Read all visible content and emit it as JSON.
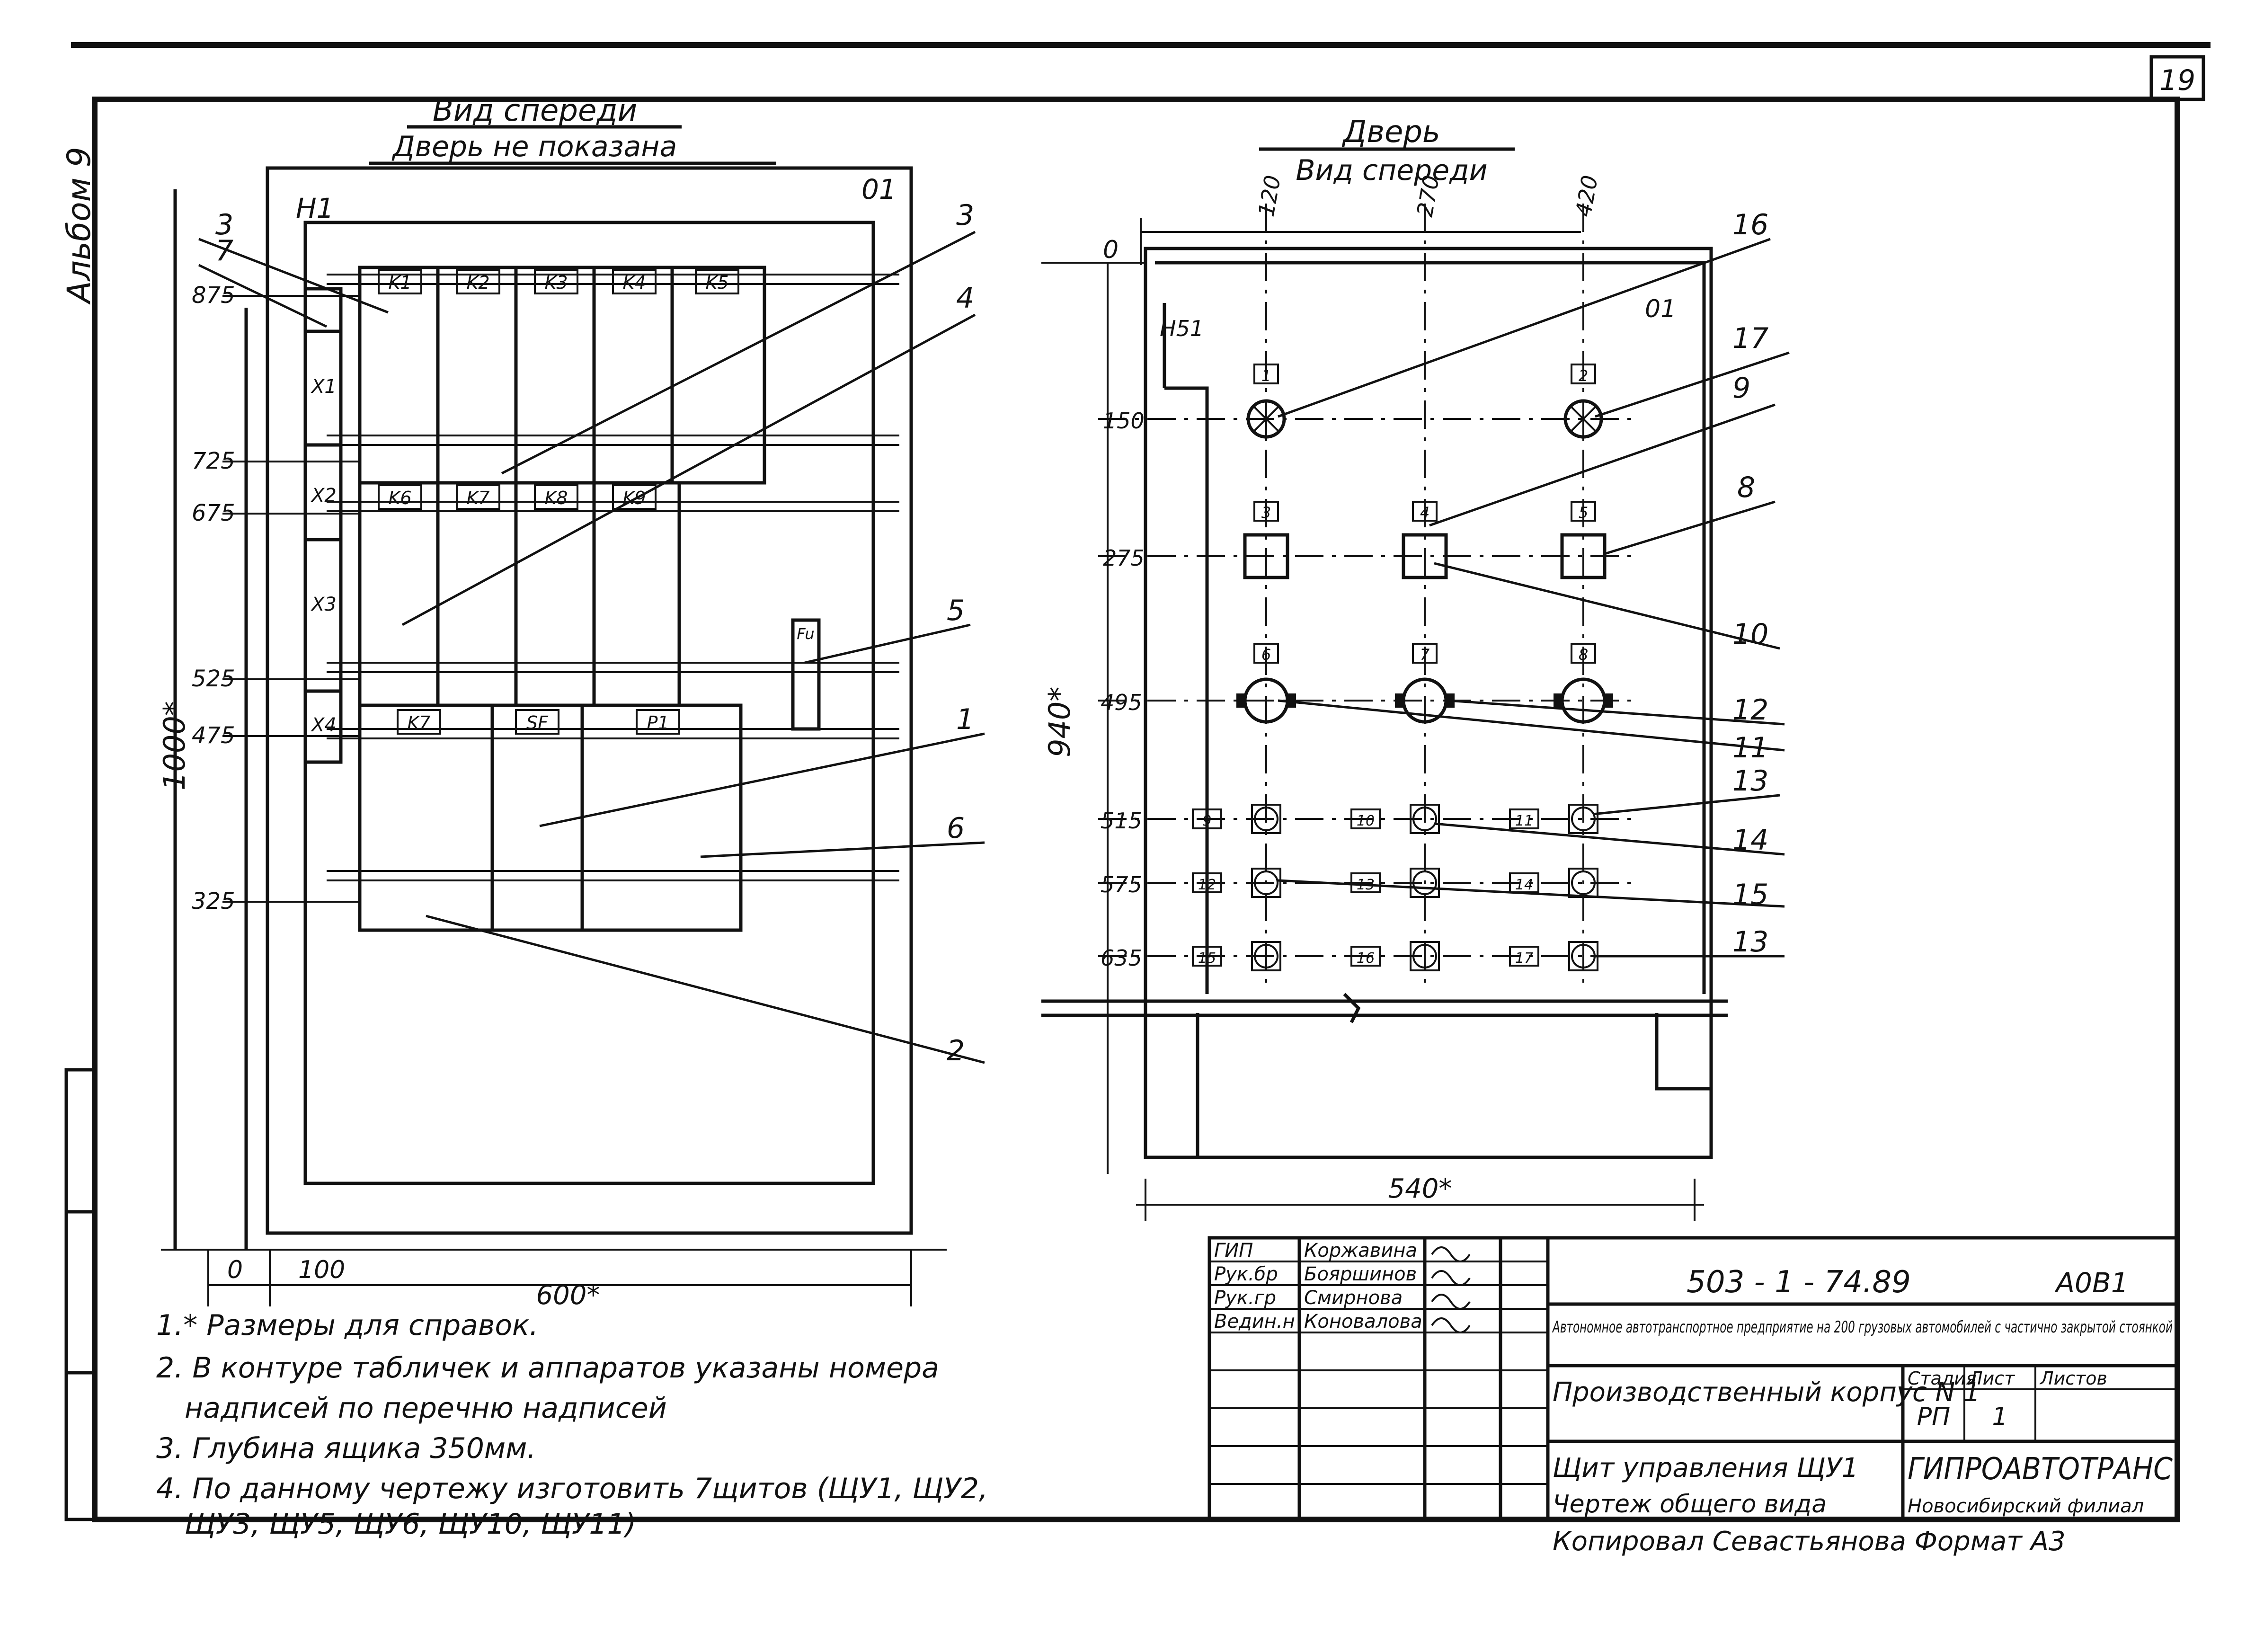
{
  "sheet": {
    "page_number": "19",
    "album_label": "Альбом 9",
    "front_view": {
      "title": "Вид спереди",
      "subtitle": "Дверь не показана",
      "frame_labels": [
        "H1",
        "01"
      ],
      "devices_row1": [
        "K1",
        "K2",
        "K3",
        "K4",
        "K5"
      ],
      "devices_row2": [
        "K6",
        "K7",
        "K8",
        "K9"
      ],
      "devices_row3": [
        "K7",
        "SF",
        "P1"
      ],
      "fuse": "Fu",
      "terminals": [
        "X1",
        "X2",
        "X3",
        "X4"
      ],
      "dim_marks": [
        "875",
        "725",
        "675",
        "525",
        "475",
        "325",
        "0"
      ],
      "height_dim": "1000*",
      "bottom_dims": [
        "100",
        "600*"
      ],
      "callouts": [
        "3",
        "7",
        "3",
        "4",
        "5",
        "1",
        "6",
        "2"
      ]
    },
    "door_view": {
      "title": "Дверь",
      "subtitle": "Вид спереди",
      "frame_labels": [
        "H51",
        "01"
      ],
      "top_dims": [
        "0",
        "120",
        "270",
        "420"
      ],
      "dim_marks": [
        "150",
        "275",
        "495",
        "515",
        "575",
        "635"
      ],
      "height_dim": "940*",
      "width_dim": "540*",
      "lamp_tags": [
        "1",
        "2"
      ],
      "square_tags": [
        "3",
        "4",
        "5"
      ],
      "meter_tags": [
        "6",
        "7",
        "8"
      ],
      "button_tags": [
        "9",
        "10",
        "11",
        "12",
        "13",
        "14",
        "15",
        "16",
        "17"
      ],
      "callouts": [
        "16",
        "17",
        "9",
        "8",
        "10",
        "12",
        "11",
        "13",
        "14",
        "15",
        "13"
      ]
    },
    "notes": [
      "1.* Размеры для справок.",
      "2. В контуре табличек и аппаратов указаны номера",
      "надписей по перечню надписей",
      "3. Глубина ящика 350мм.",
      "4. По данному чертежу изготовить 7щитов (ЩУ1, ЩУ2,",
      "ЩУ3, ЩУ5, ЩУ6, ЩУ10, ЩУ11)"
    ],
    "title_block": {
      "roles": [
        "ГИП",
        "Рук.бр",
        "Рук.гр",
        "Ведин.н"
      ],
      "names": [
        "Коржавина",
        "Бояршинов",
        "Смирнова",
        "Коновалова"
      ],
      "document_code": "503 - 1 - 74.89",
      "sheet_code": "А0В1",
      "project_title": "Автономное автотранспортное предприятие на 200 грузовых автомобилей с частично закрытой стоянкой",
      "building": "Производственный корпус N 1",
      "stage_header": "Стадия",
      "sheet_header": "Лист",
      "sheets_header": "Листов",
      "stage": "РП",
      "sheet_no": "1",
      "drawing_title": "Щит управления ЩУ1",
      "drawing_subtitle": "Чертеж общего вида",
      "organization": "ГИПРОАВТОТРАНС",
      "branch": "Новосибирский филиал"
    },
    "footer": "Копировал Севастьянова Формат А3"
  }
}
